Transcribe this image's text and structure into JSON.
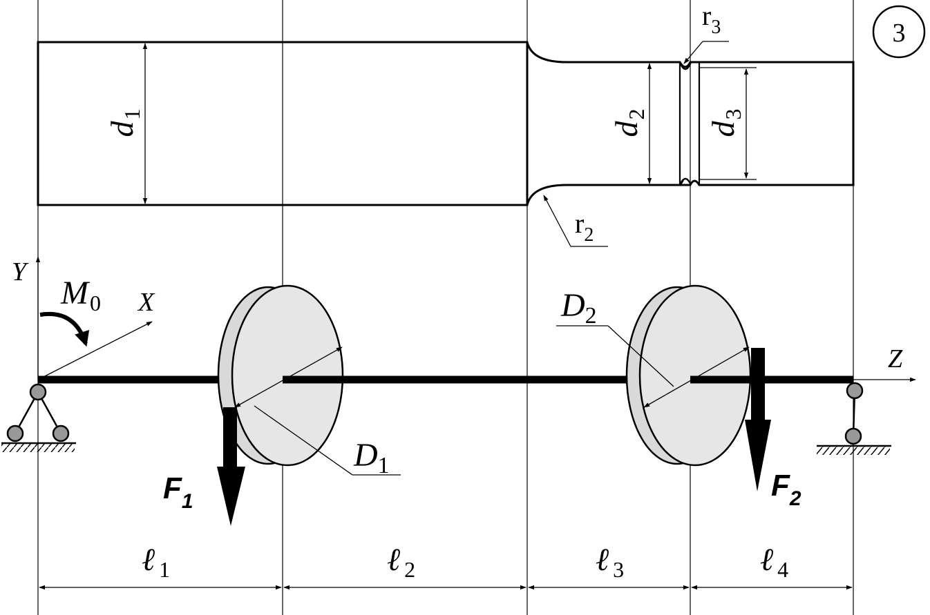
{
  "figure_number": "3",
  "shaft": {
    "d1": {
      "main": "d",
      "sub": "1"
    },
    "d2": {
      "main": "d",
      "sub": "2"
    },
    "d3": {
      "main": "d",
      "sub": "3"
    },
    "r2": {
      "main": "r",
      "sub": "2"
    },
    "r3": {
      "main": "r",
      "sub": "3"
    }
  },
  "axes": {
    "y": "Y",
    "x": "X",
    "z": "Z"
  },
  "moment": {
    "main": "M",
    "sub": "0"
  },
  "pulleys": {
    "D1": {
      "main": "D",
      "sub": "1"
    },
    "D2": {
      "main": "D",
      "sub": "2"
    }
  },
  "forces": {
    "F1": {
      "main": "F",
      "sub": "1"
    },
    "F2": {
      "main": "F",
      "sub": "2"
    }
  },
  "lengths": [
    {
      "main": "ℓ",
      "sub": "1"
    },
    {
      "main": "ℓ",
      "sub": "2"
    },
    {
      "main": "ℓ",
      "sub": "3"
    },
    {
      "main": "ℓ",
      "sub": "4"
    }
  ]
}
